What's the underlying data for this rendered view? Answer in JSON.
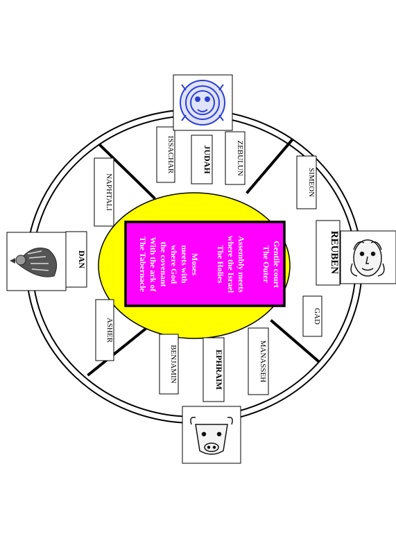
{
  "tribes": {
    "issachar": "ISSACHAR",
    "judah": "JUDAH",
    "zebulun": "ZEBULUN",
    "naphtali": "NAPHTALI",
    "simeon": "SIMEON",
    "dan": "DAN",
    "reuben": "REUBEN",
    "asher": "ASHER",
    "gad": "GAD",
    "benjamin": "BENJAMIN",
    "ephraim": "EPHRAIM",
    "manasseh": "MANASSEH"
  },
  "center_text": {
    "line1": "The Tabernacle",
    "line2": "With the ark of",
    "line3": "the covenant",
    "line4": "where God",
    "line5": "meets with",
    "line6": "Moses",
    "line7": "The Holies",
    "line8": "where the Israel",
    "line9": "Assembly meets",
    "line10": "The Outer",
    "line11": "Gentile court"
  },
  "emblems": {
    "east": "lion-emblem",
    "north": "eagle-emblem",
    "south": "man-emblem",
    "west": "ox-emblem"
  },
  "colors": {
    "yellow_court": "#ffff00",
    "magenta_holies": "#ff00ff",
    "lion_blue": "#2c3fd0"
  }
}
